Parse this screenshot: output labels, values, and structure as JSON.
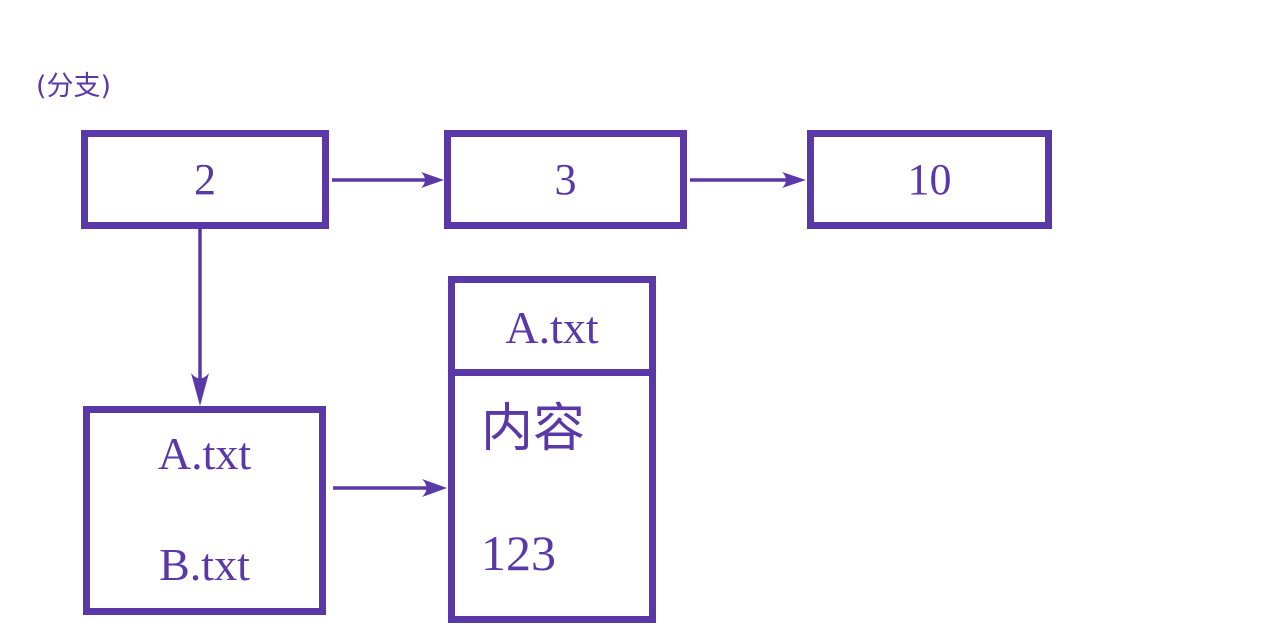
{
  "meta": {
    "accent_color": "#5a38a8",
    "background_color": "#ffffff"
  },
  "labels": {
    "branch": "(分支)"
  },
  "commit_chain": {
    "nodes": [
      {
        "id": "commit-2",
        "label": "2"
      },
      {
        "id": "commit-3",
        "label": "3"
      },
      {
        "id": "commit-10",
        "label": "10"
      }
    ]
  },
  "staged_files_box": {
    "lines": [
      "A.txt",
      "B.txt"
    ]
  },
  "file_content_box": {
    "header": "A.txt",
    "body_lines": [
      "内容",
      "123"
    ]
  },
  "arrows": [
    {
      "id": "arrow-2-to-3",
      "from": "commit-2",
      "to": "commit-3",
      "direction": "right"
    },
    {
      "id": "arrow-3-to-10",
      "from": "commit-3",
      "to": "commit-10",
      "direction": "right"
    },
    {
      "id": "arrow-2-to-files",
      "from": "commit-2",
      "to": "staged-files-box",
      "direction": "down"
    },
    {
      "id": "arrow-files-to-content",
      "from": "staged-files-box",
      "to": "file-content-box",
      "direction": "right"
    }
  ]
}
